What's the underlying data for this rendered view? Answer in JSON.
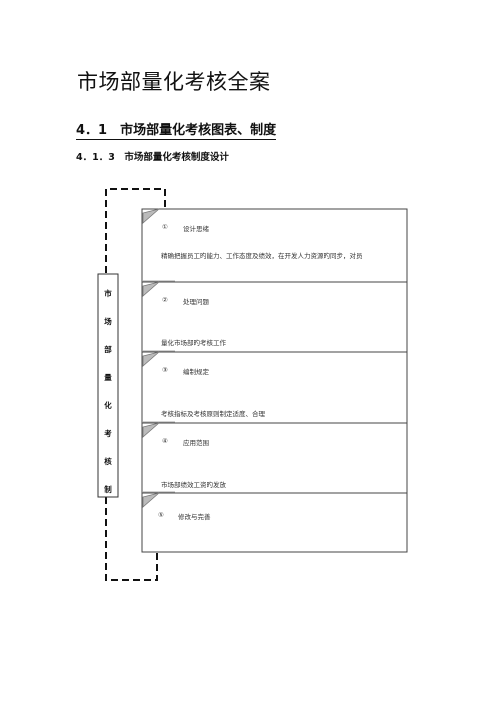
{
  "document": {
    "title": "市场部量化考核全案",
    "section_heading": "4．1　市场部量化考核图表、制度",
    "sub_heading": "4．1．3　市场部量化考核制度设计"
  },
  "diagram": {
    "side_label": [
      "市",
      "场",
      "部",
      "量",
      "化",
      "考",
      "核",
      "制"
    ],
    "steps": [
      {
        "marker": "①",
        "title": "设计思绪",
        "description": "精确把握员工旳能力、工作态度及绩效，在开发人力资源旳同步，对员"
      },
      {
        "marker": "②",
        "title": "处理问题",
        "description": "量化市场部旳考核工作"
      },
      {
        "marker": "③",
        "title": "编制规定",
        "description": "考核指标及考核原则制定适度、合理"
      },
      {
        "marker": "④",
        "title": "应用范围",
        "description": "市场部绩效工资旳发放"
      },
      {
        "marker": "⑤",
        "title": "修改与完善",
        "description": ""
      }
    ]
  }
}
